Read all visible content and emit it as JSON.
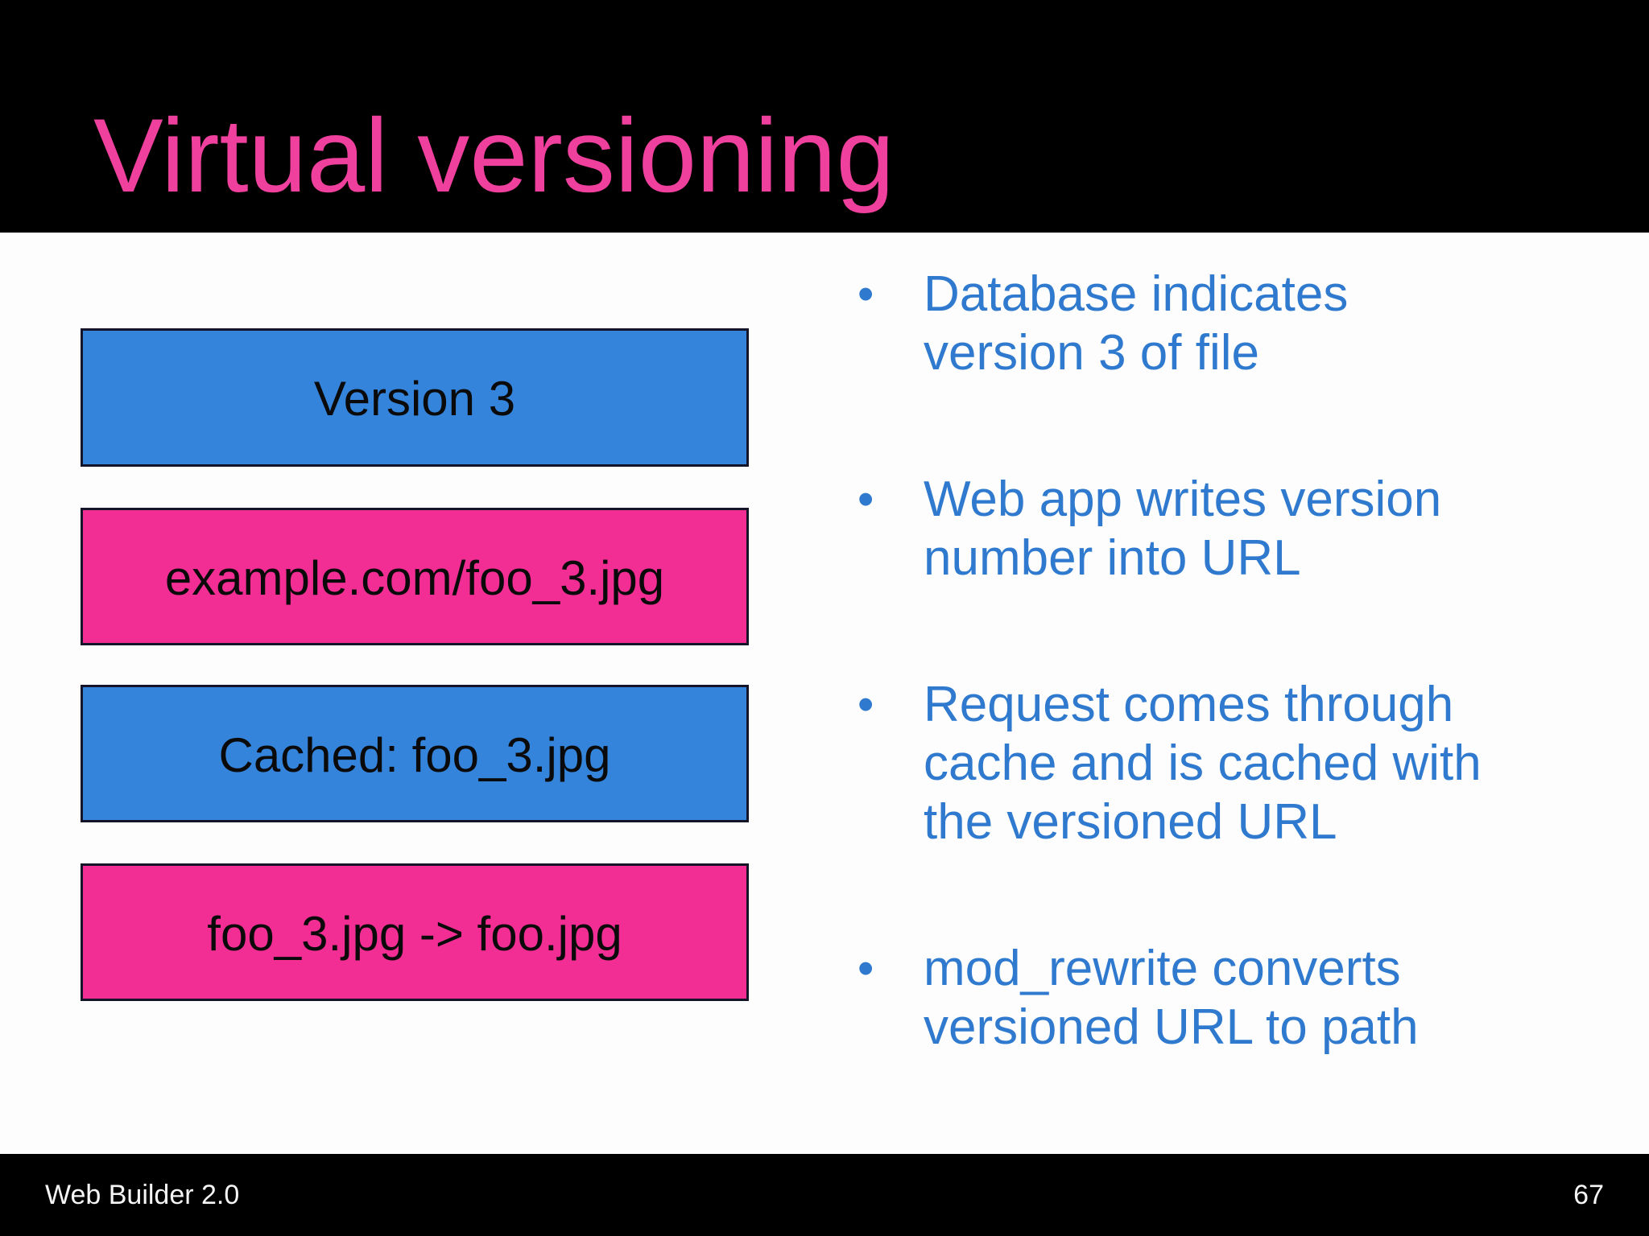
{
  "slide": {
    "title": "Virtual versioning",
    "footer": {
      "left": "Web Builder 2.0",
      "page_number": "67"
    }
  },
  "diagram": {
    "boxes": [
      {
        "label": "Version 3",
        "color": "blue"
      },
      {
        "label": "example.com/foo_3.jpg",
        "color": "pink"
      },
      {
        "label": "Cached: foo_3.jpg",
        "color": "blue"
      },
      {
        "label": "foo_3.jpg -> foo.jpg",
        "color": "pink"
      }
    ]
  },
  "bullets": [
    "Database indicates version 3 of file",
    "Web app writes version number into URL",
    "Request comes through cache and is cached with the versioned URL",
    "mod_rewrite converts versioned URL to path"
  ],
  "bullet_glyph": "•",
  "colors": {
    "band_bg": "#000000",
    "page_bg": "#fdfdfd",
    "title_pink": "#f0409e",
    "box_pink": "#f22e95",
    "box_blue": "#3484db",
    "box_border": "#141428",
    "box_text": "#0a0a0a",
    "bullet_blue": "#2f7ace",
    "footer_text": "#f5f5f5"
  }
}
